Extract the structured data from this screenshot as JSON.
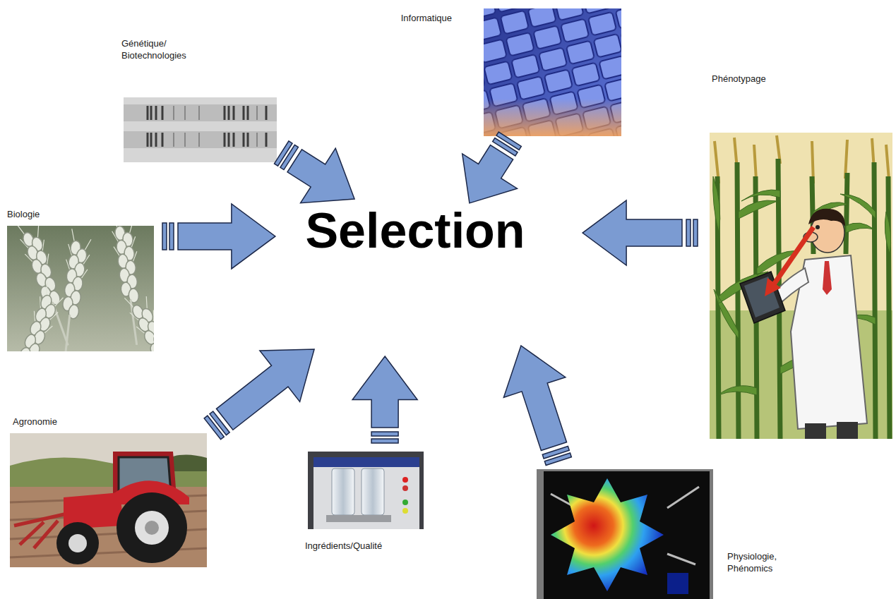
{
  "diagram": {
    "nodes": [
      {
        "text": [
          "Informatique"
        ]
      },
      {
        "text": [
          "Génétique/ Biotechnologies"
        ]
      },
      {
        "text": [
          "Phénotypage"
        ]
      },
      {
        "text": [
          "Biologie"
        ]
      },
      {
        "text": [
          "Selection"
        ]
      },
      {
        "text": [
          "Agronomie"
        ]
      },
      {
        "text": [
          "Ingrédients/Qualité"
        ]
      },
      {
        "text": [
          "Physiologie, Phénomics"
        ]
      }
    ],
    "edges": [
      {
        "from": 0,
        "to": 4,
        "arrow": "to"
      },
      {
        "from": 1,
        "to": 4,
        "arrow": "to"
      },
      {
        "from": 2,
        "to": 4,
        "arrow": "to"
      },
      {
        "from": 3,
        "to": 4,
        "arrow": "to"
      },
      {
        "from": 5,
        "to": 4,
        "arrow": "to"
      },
      {
        "from": 6,
        "to": 4,
        "arrow": "to"
      },
      {
        "from": 7,
        "to": 4,
        "arrow": "to"
      }
    ]
  }
}
